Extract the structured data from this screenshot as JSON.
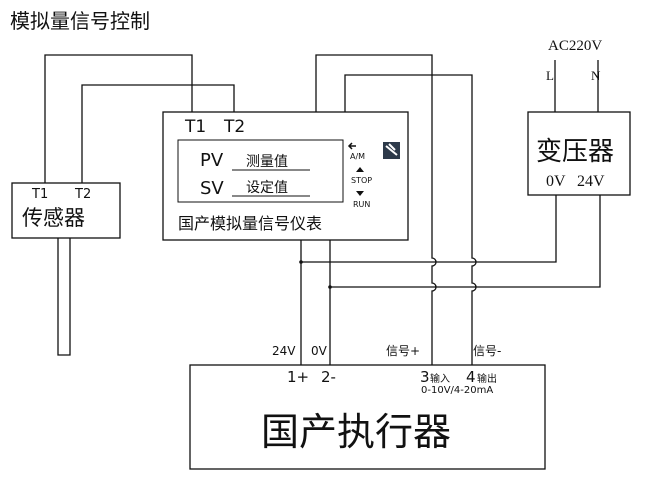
{
  "title": "模拟量信号控制",
  "sensor": {
    "name": "传感器",
    "t1": "T1",
    "t2": "T2"
  },
  "meter": {
    "name": "国产模拟量信号仪表",
    "t1": "T1",
    "t2": "T2",
    "pv_label": "PV",
    "pv_value": "测量值",
    "sv_label": "SV",
    "sv_value": "设定值",
    "btn_am": "A/M",
    "btn_stop": "STOP",
    "btn_run": "RUN"
  },
  "transformer": {
    "name": "变压器",
    "supply": "AC220V",
    "l": "L",
    "n": "N",
    "out_0v": "0V",
    "out_24v": "24V"
  },
  "actuator": {
    "name": "国产执行器",
    "label_24v": "24V",
    "label_0v": "0V",
    "label_sig_plus": "信号+",
    "label_sig_minus": "信号-",
    "t1": "1+",
    "t2": "2-",
    "t3_num": "3",
    "t3_text": "输入",
    "t4_num": "4",
    "t4_text": "输出",
    "range": "0-10V/4-20mA"
  },
  "colors": {
    "line": "#111111",
    "background": "#ffffff"
  }
}
